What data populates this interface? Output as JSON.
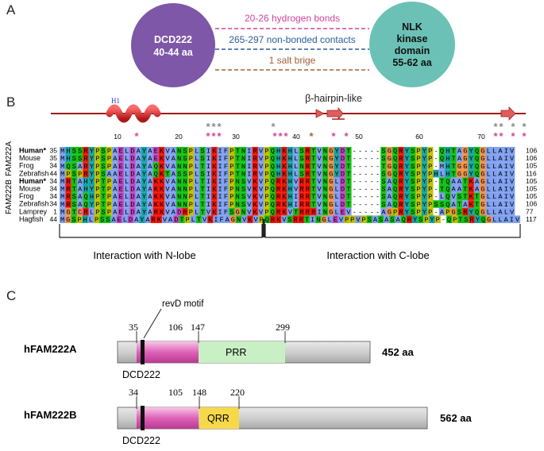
{
  "panel_a": {
    "letter": "A",
    "left_node": {
      "line1": "DCD222",
      "line2": "40-44 aa",
      "color": "#7E57A8"
    },
    "right_node": {
      "line1": "NLK",
      "line2": "kinase",
      "line3": "domain",
      "line4": "55-62 aa",
      "color": "#6CC1B6"
    },
    "bonds": [
      {
        "label": "20-26 hydrogen bonds",
        "color": "#D0459C"
      },
      {
        "label": "265-297 non-bonded contacts",
        "color": "#2B5C9C"
      },
      {
        "label": "1 salt brige",
        "color": "#A0613A"
      }
    ]
  },
  "panel_b": {
    "letter": "B",
    "helix_label": "H1",
    "hairpin_label": "β-hairpin-like",
    "backbone_color": "#9B1B1B",
    "ruler": [
      "10",
      "20",
      "30",
      "40",
      "50",
      "60",
      "70"
    ],
    "group_labels": [
      "FAM222B",
      "FAM222A"
    ],
    "rows": [
      {
        "species": "Human*",
        "start": "35",
        "seq": "MHSSRYPSPAELDAYAEKVANSPLSIKIFPTNIRVPQHKHLSRTVNGYDT-----SGQRYSPYP-QHTAGYQGLLAIV",
        "end": "106",
        "bold": true
      },
      {
        "species": "Mouse",
        "start": "35",
        "seq": "MHSSRYPSPAELDAYAEKVANSPLSIKIFPTNIRVPQHKHLSRTVNGYDT-----SGQRYSPYP-QHTAGYQGLLAIV",
        "end": "106",
        "bold": false
      },
      {
        "species": "Frog",
        "start": "34",
        "seq": "MQSARYPSPAELDAYAQKVANNPLTIKIFPTNIRVPQHKHLNRTVNGYDT-----TGQRYSPYP-MHTGGYQGLLAIV",
        "end": "105",
        "bold": false
      },
      {
        "species": "Zebrafish",
        "start": "44",
        "seq": "MPSPRYPSAAELDAYAQKTASSPLSIKIFPTNIRVPQHKHLSRTVNGYDT-----SGQRYSPYPHLHTGGYQGLLAIV",
        "end": "116",
        "bold": false
      },
      {
        "species": "Human*",
        "start": "34",
        "seq": "MRTAHYPTPAELDAYAKKVANNPLTIKIFPNSVKVPQRKHVRRTVNGLDT-----SAQRYSPYP-TQAATKAGLLAIV",
        "end": "105",
        "bold": true
      },
      {
        "species": "Mouse",
        "start": "34",
        "seq": "MRTAHYPTPAELDAYAKKVANNPLTIKIFPNSVKVPQRKHVRRTVNGLDT-----SAQRYSPYP-TQAATKAGLLAIV",
        "end": "105",
        "bold": false
      },
      {
        "species": "Frog",
        "start": "34",
        "seq": "MRSAQHPTPAELDAYAKKVANNPLTIKIFPNSVKVPQRKHIRRTVNGLDT-----SAQRYSPYP-LQVSTKTGLLAIV",
        "end": "105",
        "bold": false
      },
      {
        "species": "Zebrafish",
        "start": "34",
        "seq": "MRSAQYPTPAELDAYAKKVANNPLTIKIFPNSVKVPQRKHIRRTVNGLDT-----SAQRYSPYPSSQATAKTGLLAIV",
        "end": "106",
        "bold": false
      },
      {
        "species": "Lamprey",
        "start": "1",
        "seq": "MGTCRLPSPAELDAYARKVADRPLTVKIFSGNVKVPQRKVTRRRINGLEV-----AGPRYSPYP-APGSRYQGLLALV",
        "end": "77",
        "bold": false
      },
      {
        "species": "Hagfish",
        "start": "44",
        "seq": "MGSPHLPSSAELDAYARKVADTPLTVKIFAGNVKVPQRKVSRRTINGLEVPPVPSASASAQRYSPYP-QPTSRYQGLLAIV",
        "end": "117",
        "bold": false
      }
    ],
    "n_lobe_label": "Interaction with N-lobe",
    "c_lobe_label": "Interaction with C-lobe"
  },
  "panel_c": {
    "letter": "C",
    "motif_label": "revD motif",
    "proteins": [
      {
        "name": "hFAM222A",
        "length": "452 aa",
        "pos": [
          "35",
          "106",
          "147",
          "299"
        ],
        "domain_label": "DCD222",
        "region_label": "PRR",
        "region_color": "#C9F0C4"
      },
      {
        "name": "hFAM222B",
        "length": "562 aa",
        "pos": [
          "34",
          "105",
          "148",
          "220"
        ],
        "domain_label": "DCD222",
        "region_label": "QRR",
        "region_color": "#F6D94A"
      }
    ]
  },
  "colors": {
    "pink": "#D0459C",
    "gray_star": "#8A8A8A",
    "brown_star": "#A0613A"
  }
}
